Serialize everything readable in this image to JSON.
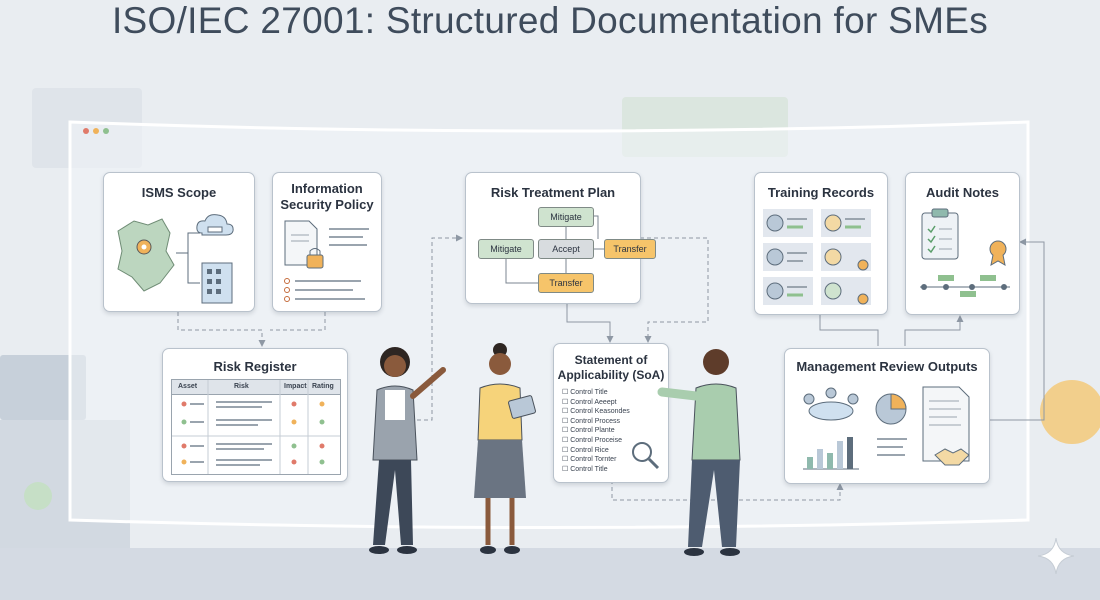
{
  "title": "ISO/IEC 27001: Structured Documentation for SMEs",
  "colors": {
    "green": "#cfe3cf",
    "gray": "#d8dcdf",
    "orange": "#f6c46a",
    "teal": "#8fb9ad",
    "accent_orange": "#f0b25a"
  },
  "cards": {
    "isms_scope": {
      "title": "ISMS Scope"
    },
    "infosec_policy": {
      "title_line1": "Information",
      "title_line2": "Security Policy"
    },
    "risk_treatment": {
      "title": "Risk Treatment Plan",
      "nodes": {
        "mitigate_top": "Mitigate",
        "mitigate_left": "Mitigate",
        "accept": "Accept",
        "transfer_right": "Transfer",
        "transfer_bottom": "Transfer"
      }
    },
    "training": {
      "title": "Training Records"
    },
    "audit": {
      "title": "Audit Notes"
    },
    "risk_register": {
      "title": "Risk Register",
      "headers": [
        "Asset",
        "Risk",
        "Impact",
        "Rating"
      ]
    },
    "soa": {
      "title_line1": "Statement of",
      "title_line2": "Applicability (SoA)",
      "items": [
        "Control Title",
        "Control Aeeept",
        "Control Keasondes",
        "Control Process",
        "Control Plante",
        "Control Proceise",
        "Control Rice",
        "Control Tornter",
        "Control Title"
      ]
    },
    "mgmt_review": {
      "title": "Management Review Outputs"
    }
  }
}
